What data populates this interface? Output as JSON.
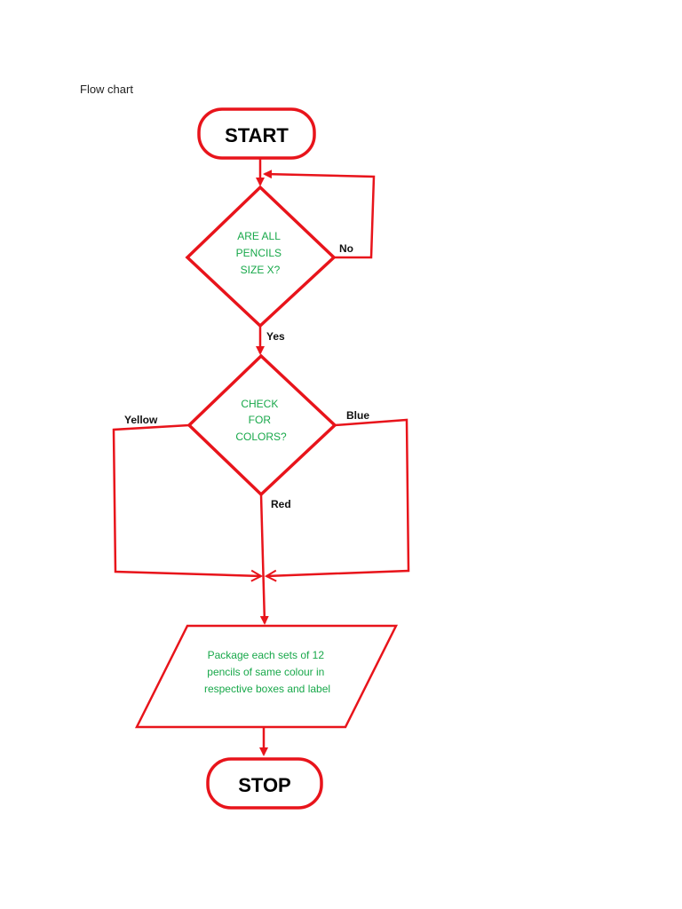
{
  "page": {
    "title": "Flow chart"
  },
  "colors": {
    "stroke": "#e8141b",
    "node_text": "#18a84a",
    "terminal_text": "#000000",
    "edge_text": "#111111"
  },
  "nodes": {
    "start": {
      "label": "START",
      "shape": "rounded-rectangle"
    },
    "size_check": {
      "shape": "diamond",
      "lines": [
        "ARE ALL",
        "PENCILS",
        "SIZE X?"
      ]
    },
    "color_check": {
      "shape": "diamond",
      "lines": [
        "CHECK",
        "FOR",
        "COLORS?"
      ]
    },
    "package": {
      "shape": "parallelogram",
      "lines": [
        "Package each sets of 12",
        "pencils of same colour in",
        "respective boxes and label"
      ]
    },
    "stop": {
      "label": "STOP",
      "shape": "rounded-rectangle"
    }
  },
  "edges": {
    "no": "No",
    "yes": "Yes",
    "yellow": "Yellow",
    "blue": "Blue",
    "red": "Red"
  }
}
